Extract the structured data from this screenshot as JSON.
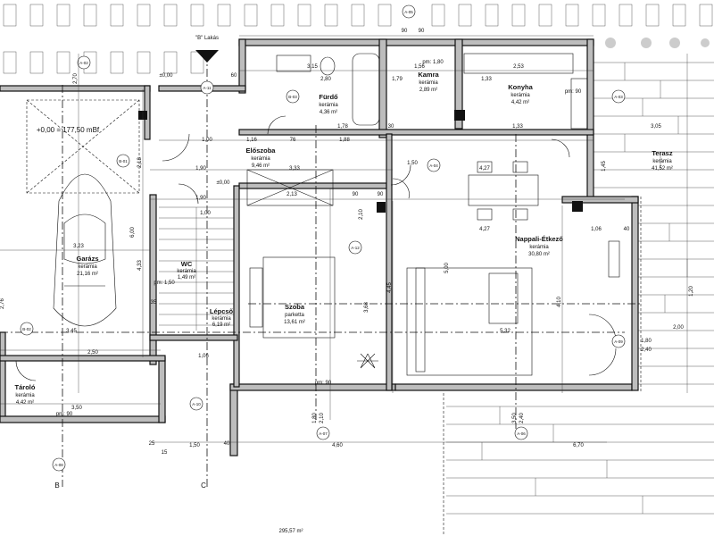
{
  "apartment_marker": "\"B\" Lakás",
  "level_marks": {
    "reference": "+0,00 = 177,50 mBf",
    "door_a": "±0,00",
    "door_b": "±0,00"
  },
  "rooms": {
    "garage": {
      "name": "Garázs",
      "material": "kerámia",
      "area": "21,16 m²"
    },
    "storage": {
      "name": "Tároló",
      "material": "kerámia",
      "area": "4,42 m²"
    },
    "hall": {
      "name": "Előszoba",
      "material": "kerámia",
      "area": "9,46 m²"
    },
    "bathroom": {
      "name": "Fürdő",
      "material": "kerámia",
      "area": "4,36 m²"
    },
    "pantry": {
      "name": "Kamra",
      "material": "kerámia",
      "area": "2,89 m²"
    },
    "kitchen": {
      "name": "Konyha",
      "material": "kerámia",
      "area": "4,42 m²"
    },
    "terrace": {
      "name": "Terasz",
      "material": "kerámia",
      "area": "41,52 m²"
    },
    "living": {
      "name": "Nappali-Étkező",
      "material": "kerámia",
      "area": "30,80 m²"
    },
    "bedroom": {
      "name": "Szoba",
      "material": "parketta",
      "area": "13,61 m²"
    },
    "wc": {
      "name": "WC",
      "material": "kerámia",
      "area": "1,49 m²"
    },
    "stair": {
      "name": "Lépcső",
      "material": "kerámia",
      "area": "6,19 m²"
    }
  },
  "axes": {
    "b": "B",
    "c": "C"
  },
  "section_tags": [
    "A-05",
    "A-02",
    "A-11",
    "B-03",
    "A-08",
    "A-04",
    "A-07",
    "A-06",
    "A-03",
    "B-01",
    "B-02",
    "A-12",
    "A-09",
    "A-10"
  ],
  "parapets": {
    "storage": "pm: 90",
    "bedroom": "pm: 90",
    "kitchen": "pm: 90",
    "pantry": "pm: 1,80",
    "wc": "pm: 1,50"
  },
  "footer_area": "295,57 m²",
  "dimensions": {
    "top": [
      "90",
      "90",
      "3,15",
      "2,53",
      "1,56",
      "2,80",
      "1,79",
      "1,33"
    ],
    "upper_row": [
      "1,16",
      "76",
      "1,88",
      "1,78",
      "30",
      "1,33",
      "3,05"
    ],
    "hall_row": [
      "1,90",
      "3,33",
      "1,50",
      "4,27"
    ],
    "mid_row": [
      "1,90",
      "2,13",
      "90",
      "4,27",
      "1,06"
    ],
    "garage": [
      "3,23",
      "3,45",
      "2,50",
      "3,50"
    ],
    "lower_row": [
      "1,50",
      "4,60",
      "6,70"
    ],
    "vertical": [
      "2,70",
      "2,18",
      "6,00",
      "4,33",
      "2,76",
      "4,45",
      "3,68",
      "4,10",
      "1,20",
      "2,00",
      "1,80",
      "2,40",
      "3,50",
      "2,40",
      "1,80",
      "2,10"
    ],
    "misc": [
      "25",
      "40",
      "40",
      "60",
      "15",
      "35",
      "90",
      "1,45",
      "2,10",
      "5,32",
      "5,00",
      "1,00",
      "1,00",
      "1,06"
    ]
  }
}
